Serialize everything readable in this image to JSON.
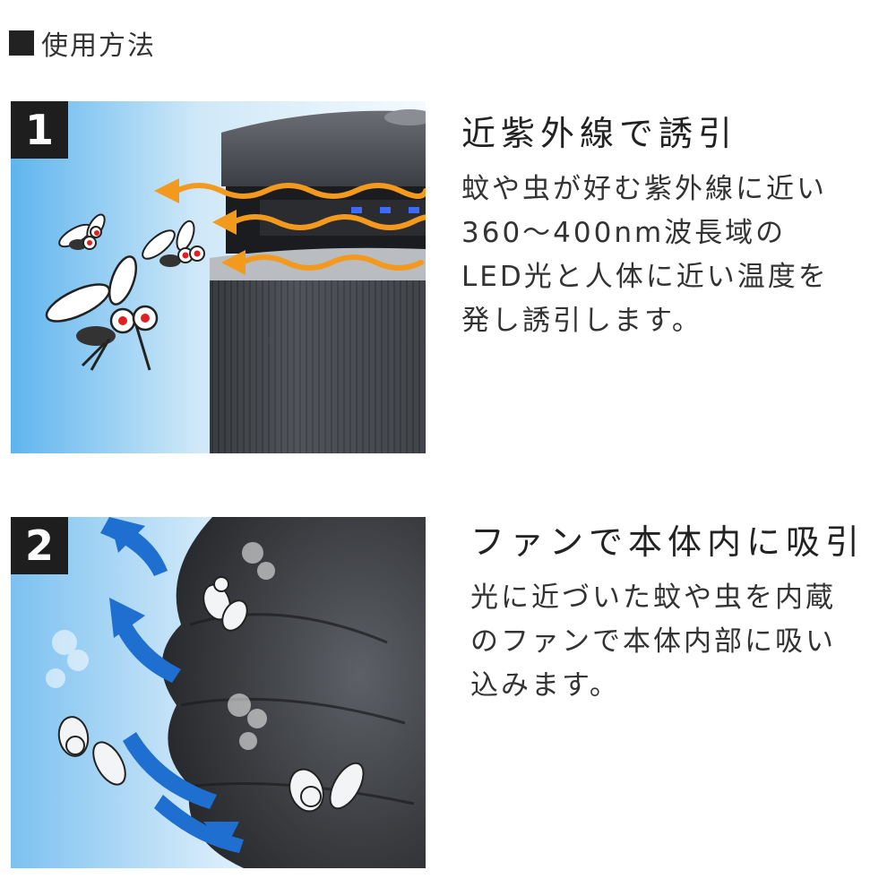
{
  "header": {
    "title": "使用方法"
  },
  "steps": [
    {
      "number": "1",
      "heading": "近紫外線で誘引",
      "lines": [
        "蚊や虫が好む紫外線に近い",
        "360〜400nm波長域の",
        "LED光と人体に近い温度を",
        "発し誘引します。"
      ]
    },
    {
      "number": "2",
      "heading": "ファンで本体内に吸引",
      "lines": [
        "光に近づいた蚊や虫を内蔵",
        "のファンで本体内部に吸い",
        "込みます。"
      ]
    }
  ],
  "colors": {
    "sky_light": "#e8f4fc",
    "sky_blue": "#5eb3ec",
    "device_dark": "#3a3d42",
    "led_blue": "#3b6cff",
    "wave_orange": "#f39a1e",
    "arrow_blue": "#1f6fd1"
  }
}
